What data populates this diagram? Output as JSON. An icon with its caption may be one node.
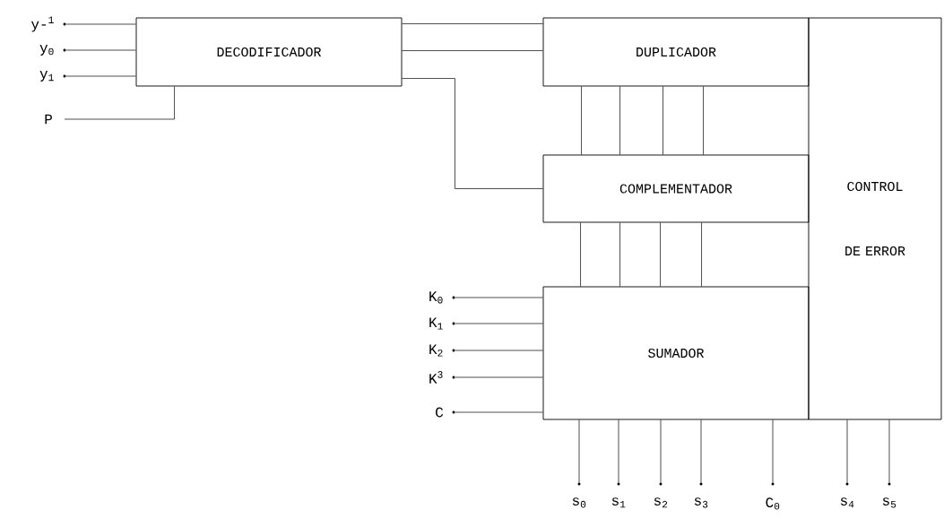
{
  "diagram": {
    "nodes": [
      {
        "text": [
          "DECODIFICADOR"
        ]
      },
      {
        "text": [
          "DUPLICADOR"
        ]
      },
      {
        "text": [
          "COMPLEMENTADOR"
        ]
      },
      {
        "text": [
          "SUMADOR"
        ]
      },
      {
        "text": [
          "CONTROL DE ERROR"
        ]
      },
      {
        "text": [],
        "shape": "circle",
        "beside": [
          "y-$^{1}$"
        ]
      },
      {
        "text": [],
        "shape": "circle",
        "beside": [
          "y$_{0}$"
        ]
      },
      {
        "text": [],
        "shape": "circle",
        "beside": [
          "y$_{1}$"
        ]
      },
      {
        "text": [
          "P"
        ]
      },
      {
        "text": [],
        "shape": "circle",
        "beside": [
          "K$_{0}$"
        ]
      },
      {
        "text": [],
        "shape": "circle",
        "beside": [
          "K$_{1}$"
        ]
      },
      {
        "text": [],
        "shape": "circle",
        "beside": [
          "K$_{2}$"
        ]
      },
      {
        "text": [],
        "shape": "circle",
        "beside": [
          "K$^{3}$"
        ]
      },
      {
        "text": [],
        "shape": "circle",
        "beside": [
          "C"
        ]
      },
      {
        "text": [],
        "shape": "circle",
        "beside": [
          "s$_{0}$"
        ]
      },
      {
        "text": [],
        "shape": "circle",
        "beside": [
          "s$_{1}$"
        ]
      },
      {
        "text": [],
        "shape": "circle",
        "beside": [
          "s$_{2}$"
        ]
      },
      {
        "text": [],
        "shape": "circle",
        "beside": [
          "s$_{3}$"
        ]
      },
      {
        "text": [],
        "shape": "circle",
        "beside": [
          "C$_{0}$"
        ]
      },
      {
        "text": [],
        "shape": "circle",
        "beside": [
          "s$_{4}$"
        ]
      },
      {
        "text": [],
        "shape": "circle",
        "beside": [
          "s$_{5}$"
        ]
      }
    ],
    "edges": [
      {
        "from": 5,
        "to": 0,
        "arrow": "none"
      },
      {
        "from": 6,
        "to": 0,
        "arrow": "none"
      },
      {
        "from": 7,
        "to": 0,
        "arrow": "none"
      },
      {
        "from": 8,
        "to": 0,
        "arrow": "none"
      },
      {
        "from": 0,
        "to": 1,
        "arrow": "none"
      },
      {
        "from": 0,
        "to": 1,
        "arrow": "none"
      },
      {
        "from": 0,
        "to": 2,
        "arrow": "none"
      },
      {
        "from": 1,
        "to": 2,
        "arrow": "none"
      },
      {
        "from": 1,
        "to": 2,
        "arrow": "none"
      },
      {
        "from": 1,
        "to": 2,
        "arrow": "none"
      },
      {
        "from": 1,
        "to": 2,
        "arrow": "none"
      },
      {
        "from": 2,
        "to": 3,
        "arrow": "none"
      },
      {
        "from": 2,
        "to": 3,
        "arrow": "none"
      },
      {
        "from": 2,
        "to": 3,
        "arrow": "none"
      },
      {
        "from": 2,
        "to": 3,
        "arrow": "none"
      },
      {
        "from": 9,
        "to": 3,
        "arrow": "none"
      },
      {
        "from": 10,
        "to": 3,
        "arrow": "none"
      },
      {
        "from": 11,
        "to": 3,
        "arrow": "none"
      },
      {
        "from": 12,
        "to": 3,
        "arrow": "none"
      },
      {
        "from": 13,
        "to": 3,
        "arrow": "none"
      },
      {
        "from": 14,
        "to": 3,
        "arrow": "none"
      },
      {
        "from": 15,
        "to": 3,
        "arrow": "none"
      },
      {
        "from": 16,
        "to": 3,
        "arrow": "none"
      },
      {
        "from": 17,
        "to": 3,
        "arrow": "none"
      },
      {
        "from": 18,
        "to": 3,
        "arrow": "none"
      },
      {
        "from": 19,
        "to": 4,
        "arrow": "none"
      },
      {
        "from": 20,
        "to": 4,
        "arrow": "none"
      }
    ]
  }
}
